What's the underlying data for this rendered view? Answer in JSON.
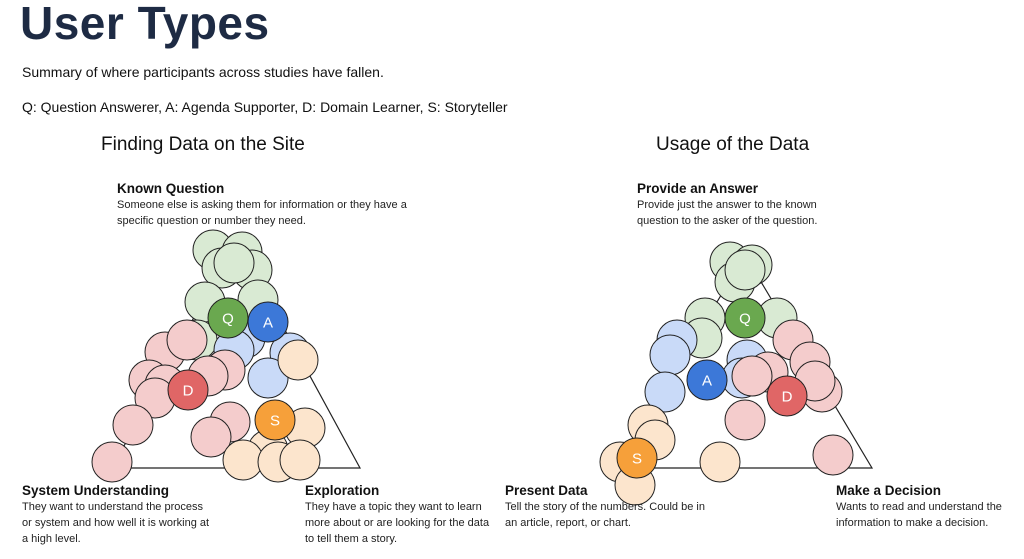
{
  "header": {
    "title": "User Types",
    "summary": "Summary of where participants across studies have fallen.",
    "legend_line": "Q: Question Answerer, A: Agenda Supporter, D: Domain Learner, S: Storyteller"
  },
  "colors": {
    "question_answerer": "#6aa84f",
    "agenda_supporter": "#3c78d8",
    "domain_learner": "#e06666",
    "storyteller": "#f6a03a",
    "green_participant": "#d9ead3",
    "blue_participant": "#c9daf8",
    "red_participant": "#f4cccc",
    "orange_participant": "#fce5cd",
    "title": "#1e2b44"
  },
  "panels": {
    "finding": {
      "title": "Finding Data on the Site",
      "top": {
        "heading": "Known Question",
        "desc": "Someone else is asking them for information or they have a specific question or number they need."
      },
      "bottom_left": {
        "heading": "System Understanding",
        "desc": "They want to understand the process or system and how well it is working at a high level."
      },
      "bottom_right": {
        "heading": "Exploration",
        "desc": "They have a topic they want to learn more about or are looking for the data to tell them a story."
      },
      "markers": {
        "q": "Q",
        "a": "A",
        "d": "D",
        "s": "S"
      }
    },
    "usage": {
      "title": "Usage of the Data",
      "top": {
        "heading": "Provide an Answer",
        "desc": "Provide just the answer to the known question to the asker of the question."
      },
      "bottom_left": {
        "heading": "Present Data",
        "desc": "Tell the story of the numbers.  Could be in an article, report, or chart."
      },
      "bottom_right": {
        "heading": "Make a Decision",
        "desc": "Wants to read and understand the information to make a decision."
      },
      "markers": {
        "q": "Q",
        "a": "A",
        "d": "D",
        "s": "S"
      }
    }
  }
}
